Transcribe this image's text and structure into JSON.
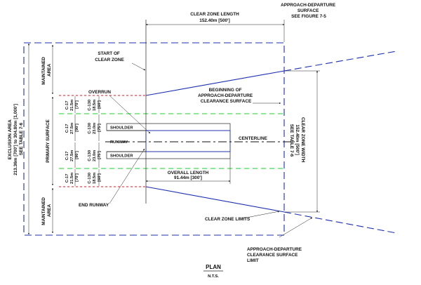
{
  "title": "PLAN",
  "subtitle": "N.T.S.",
  "labels": {
    "clear_zone_length": "CLEAR ZONE LENGTH",
    "clear_zone_length_value": "152.40m [500']",
    "approach_departure_surface": [
      "APPROACH-DEPARTURE",
      "SURFACE",
      "SEE FIGURE 7-5"
    ],
    "start_clear_zone": [
      "START OF",
      "CLEAR ZONE"
    ],
    "overrun": "OVERRUN",
    "beginning_surface": [
      "BEGINNING OF",
      "APPROACH-DEPARTURE",
      "CLEARANCE SURFACE"
    ],
    "shoulder_top": "SHOULDER",
    "runway": "RUNWAY",
    "shoulder_bottom": "SHOULDER",
    "centerline": "CENTERLINE",
    "overall_length": "OVERALL LENGTH",
    "overall_length_value": "91.44m [300']",
    "end_runway": "END RUNWAY",
    "clear_zone_limits": "CLEAR ZONE LIMITS",
    "clearance_surface_limit": [
      "APPROACH-DEPARTURE",
      "CLEARANCE SURFACE",
      "LIMIT"
    ],
    "clear_zone_width": [
      "CLEAR ZONE WIDTH",
      "152.40m [500']",
      "SEE TABLE 7-6"
    ],
    "exclusion_area": [
      "EXCLUSION AREA",
      "213.36m [700'] to 304.80m [1,000']",
      "SEE TABLE 7-6"
    ],
    "maintained_area_top": [
      "MAINTAINED",
      "AREA"
    ],
    "primary_surface": "PRIMARY SURFACE",
    "maintained_area_bottom": [
      "MAINTAINED",
      "AREA"
    ],
    "c17_top": [
      "C-17",
      "21.5m",
      "[70']"
    ],
    "c130_top": [
      "C-130",
      "18.5m",
      "[60']"
    ],
    "c17_mid_top": [
      "C-17",
      "27.5m",
      "[90']"
    ],
    "c130_mid_top": [
      "C-130",
      "23.0m",
      "[75']"
    ],
    "c17_mid_bot": [
      "C-17",
      "27.5m",
      "[90']"
    ],
    "c130_mid_bot": [
      "C-130",
      "23.0m",
      "[75']"
    ],
    "c17_bot": [
      "C-17",
      "21.5m",
      "[70']"
    ],
    "c130_bot": [
      "C-130",
      "18.5m",
      "[60']"
    ]
  },
  "colors": {
    "clear_zone_blue": "#1c2fb4",
    "primary_green": "#1fcf2f",
    "maintained_red": "#c8202a"
  }
}
